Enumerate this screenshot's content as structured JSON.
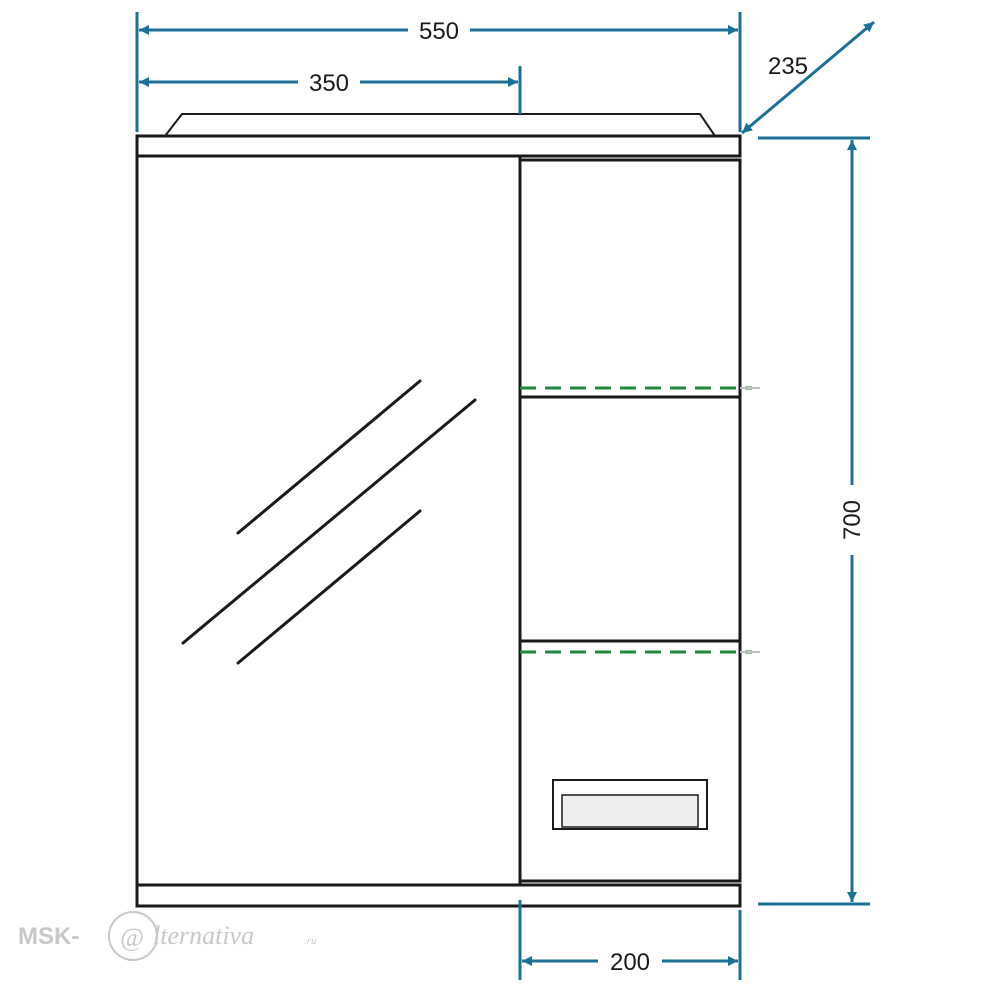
{
  "dimensions": {
    "total_width": "550",
    "door_width": "350",
    "depth": "235",
    "height": "700",
    "shelf_section_width": "200"
  },
  "watermark": {
    "prefix": "MSK-",
    "at_sign": "@",
    "brand": "lternativa",
    "suffix": ".ru"
  },
  "colors": {
    "dimension": "#1e6f96",
    "outline": "#1a1a1a",
    "shelf_line": "#1f8a3b",
    "watermark": "#c8c8c8"
  }
}
